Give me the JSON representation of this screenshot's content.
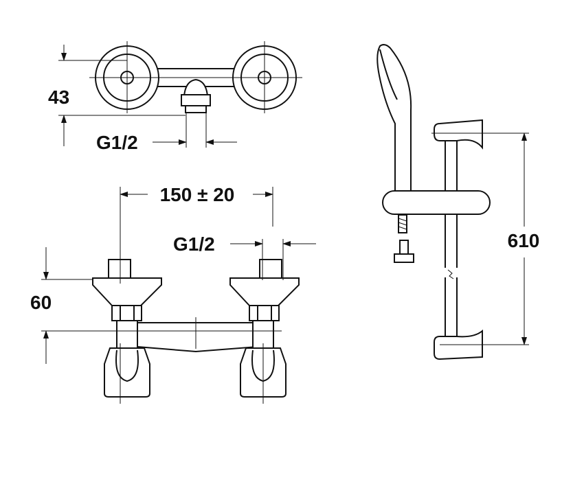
{
  "drawing": {
    "top_view": {
      "height_label": "43",
      "thread_label": "G1/2"
    },
    "front_view": {
      "spacing_label": "150 ± 20",
      "thread_label": "G1/2",
      "height_label": "60"
    },
    "shower_rail": {
      "length_label": "610"
    }
  }
}
